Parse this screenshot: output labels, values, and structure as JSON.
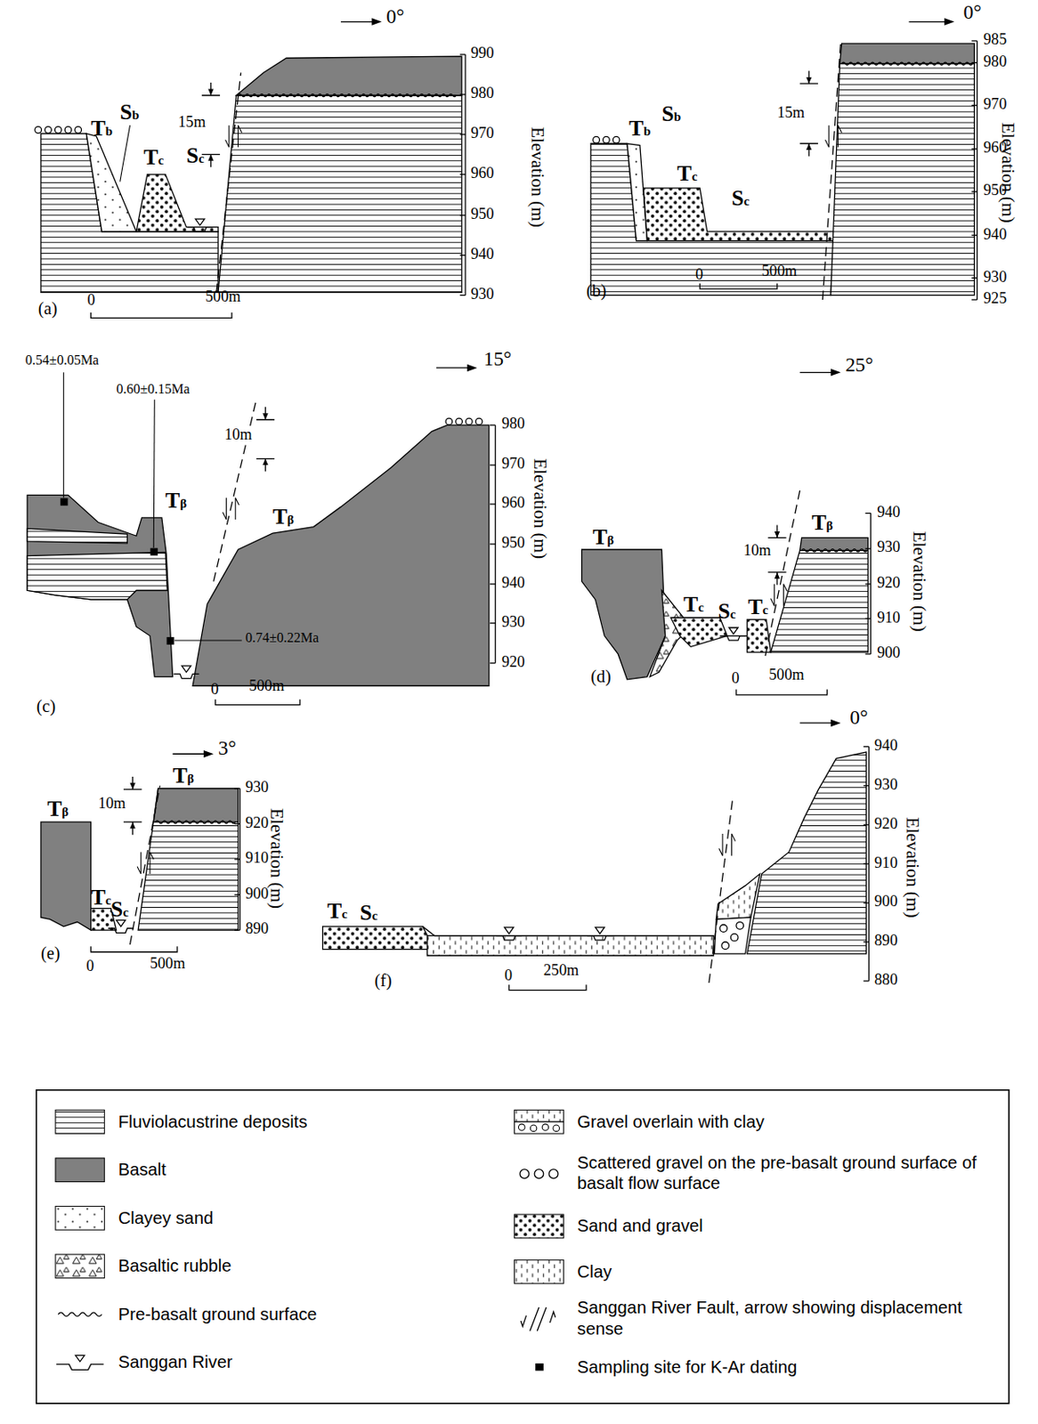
{
  "diagram": {
    "labels": [
      "0°",
      "990",
      "980",
      "970",
      "960",
      "950",
      "940",
      "930",
      "Elevation (m)",
      "15m",
      "Tb",
      "Sb",
      "Tc",
      "Sc",
      "0",
      "500m",
      "(a)",
      "0°",
      "985",
      "980",
      "970",
      "960",
      "950",
      "940",
      "930",
      "925",
      "Elevation (m)",
      "15m",
      "Tb",
      "Sb",
      "Tc",
      "Sc",
      "0",
      "500m",
      "(b)",
      "15°",
      "0.54±0.05Ma",
      "0.60±0.15Ma",
      "Tβ",
      "10m",
      "Tβ",
      "980",
      "970",
      "960",
      "950",
      "940",
      "930",
      "920",
      "Elevation (m)",
      "0.74±0.22Ma",
      "(c)",
      "0",
      "500m",
      "25°",
      "Tβ",
      "10m",
      "Tβ",
      "940",
      "930",
      "920",
      "910",
      "900",
      "Elevation (m)",
      "Tc",
      "Sc",
      "Tc",
      "(d)",
      "0",
      "500m",
      "3°",
      "Tβ",
      "10m",
      "Tβ",
      "930",
      "920",
      "910",
      "900",
      "890",
      "Elevation (m)",
      "Tc",
      "Sc",
      "(e)",
      "0",
      "500m",
      "0°",
      "940",
      "930",
      "920",
      "910",
      "900",
      "890",
      "880",
      "Elevation (m)",
      "Tc",
      "Sc",
      "(f)",
      "0",
      "250m"
    ],
    "legend": [
      {
        "text": "Fluviolacustrine deposits"
      },
      {
        "text": "Basalt",
        "color": "#808080"
      },
      {
        "text": "Clayey sand"
      },
      {
        "text": "Basaltic rubble"
      },
      {
        "text": "Pre-basalt ground surface"
      },
      {
        "text": "Sanggan River"
      },
      {
        "text": "Gravel overlain with clay"
      },
      {
        "text": "Scattered gravel on the pre-basalt ground surface of basalt flow surface"
      },
      {
        "text": "Sand and gravel"
      },
      {
        "text": "Clay"
      },
      {
        "text": "Sanggan River Fault, arrow showing displacement sense"
      },
      {
        "text": "Sampling site for K-Ar dating"
      }
    ]
  }
}
